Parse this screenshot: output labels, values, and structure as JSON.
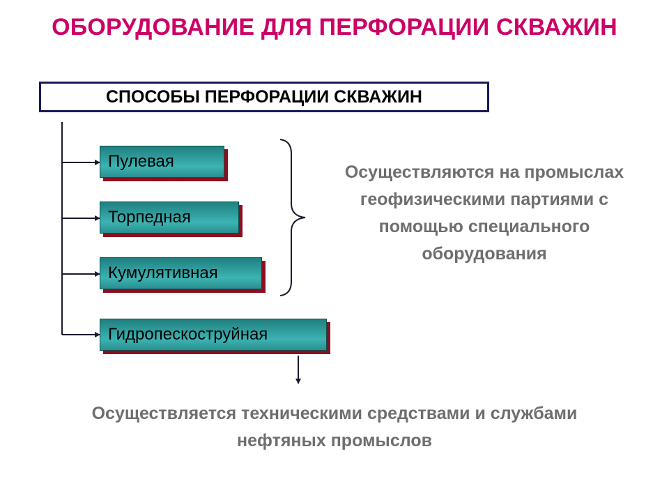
{
  "slide": {
    "title": "ОБОРУДОВАНИЕ ДЛЯ ПЕРФОРАЦИИ СКВАЖИН",
    "header": "СПОСОБЫ ПЕРФОРАЦИИ СКВАЖИН",
    "methods": [
      {
        "label": "Пулевая"
      },
      {
        "label": "Торпедная"
      },
      {
        "label": "Кумулятивная"
      },
      {
        "label": "Гидропескоструйная"
      }
    ],
    "side_note": "Осуществляются на промыслах геофизическими партиями с помощью специального оборудования",
    "bottom_note": "Осуществляется техническими средствами и службами нефтяных промыслов"
  },
  "colors": {
    "title": "#cc0066",
    "header_border": "#1a1a5c",
    "box_fill": "#33a3a3",
    "box_shadow": "#8a1020",
    "note_text": "#6e6e6e",
    "lines": "#1a1a2e"
  }
}
